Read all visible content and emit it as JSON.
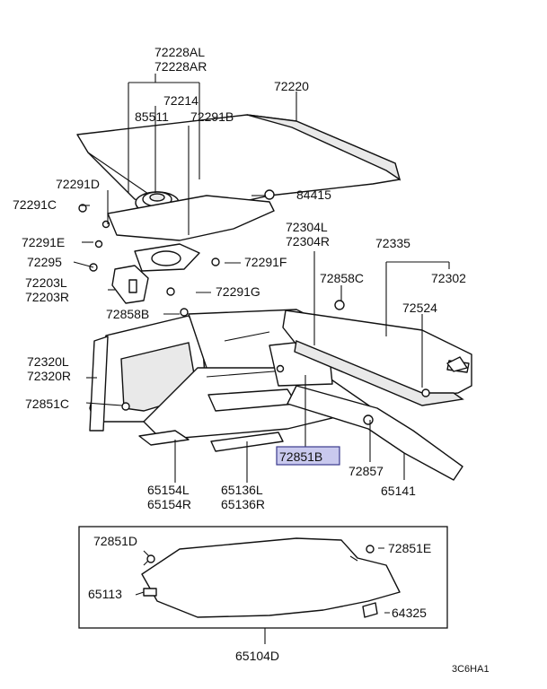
{
  "labels": [
    {
      "id": "72228AL",
      "text": "72228AL"
    },
    {
      "id": "72228AR",
      "text": "72228AR"
    },
    {
      "id": "72220",
      "text": "72220"
    },
    {
      "id": "72214",
      "text": "72214"
    },
    {
      "id": "85511",
      "text": "85511"
    },
    {
      "id": "72291B",
      "text": "72291B"
    },
    {
      "id": "72291D",
      "text": "72291D"
    },
    {
      "id": "84415",
      "text": "84415"
    },
    {
      "id": "72291C",
      "text": "72291C"
    },
    {
      "id": "72304L",
      "text": "72304L"
    },
    {
      "id": "72304R",
      "text": "72304R"
    },
    {
      "id": "72335",
      "text": "72335"
    },
    {
      "id": "72291E",
      "text": "72291E"
    },
    {
      "id": "72295",
      "text": "72295"
    },
    {
      "id": "72291F",
      "text": "72291F"
    },
    {
      "id": "72858C",
      "text": "72858C"
    },
    {
      "id": "72302",
      "text": "72302"
    },
    {
      "id": "72203L",
      "text": "72203L"
    },
    {
      "id": "72203R",
      "text": "72203R"
    },
    {
      "id": "72291G",
      "text": "72291G"
    },
    {
      "id": "72524",
      "text": "72524"
    },
    {
      "id": "72858B",
      "text": "72858B"
    },
    {
      "id": "72320L",
      "text": "72320L"
    },
    {
      "id": "72320R",
      "text": "72320R"
    },
    {
      "id": "72851C",
      "text": "72851C"
    },
    {
      "id": "72851B",
      "text": "72851B"
    },
    {
      "id": "72857",
      "text": "72857"
    },
    {
      "id": "65141",
      "text": "65141"
    },
    {
      "id": "65154L",
      "text": "65154L"
    },
    {
      "id": "65154R",
      "text": "65154R"
    },
    {
      "id": "65136L",
      "text": "65136L"
    },
    {
      "id": "65136R",
      "text": "65136R"
    },
    {
      "id": "72851D",
      "text": "72851D"
    },
    {
      "id": "72851E",
      "text": "72851E"
    },
    {
      "id": "65113",
      "text": "65113"
    },
    {
      "id": "64325",
      "text": "64325"
    },
    {
      "id": "65104D",
      "text": "65104D"
    }
  ],
  "diagram_code": "3C6HA1",
  "highlight_color": "#c9c9ee"
}
